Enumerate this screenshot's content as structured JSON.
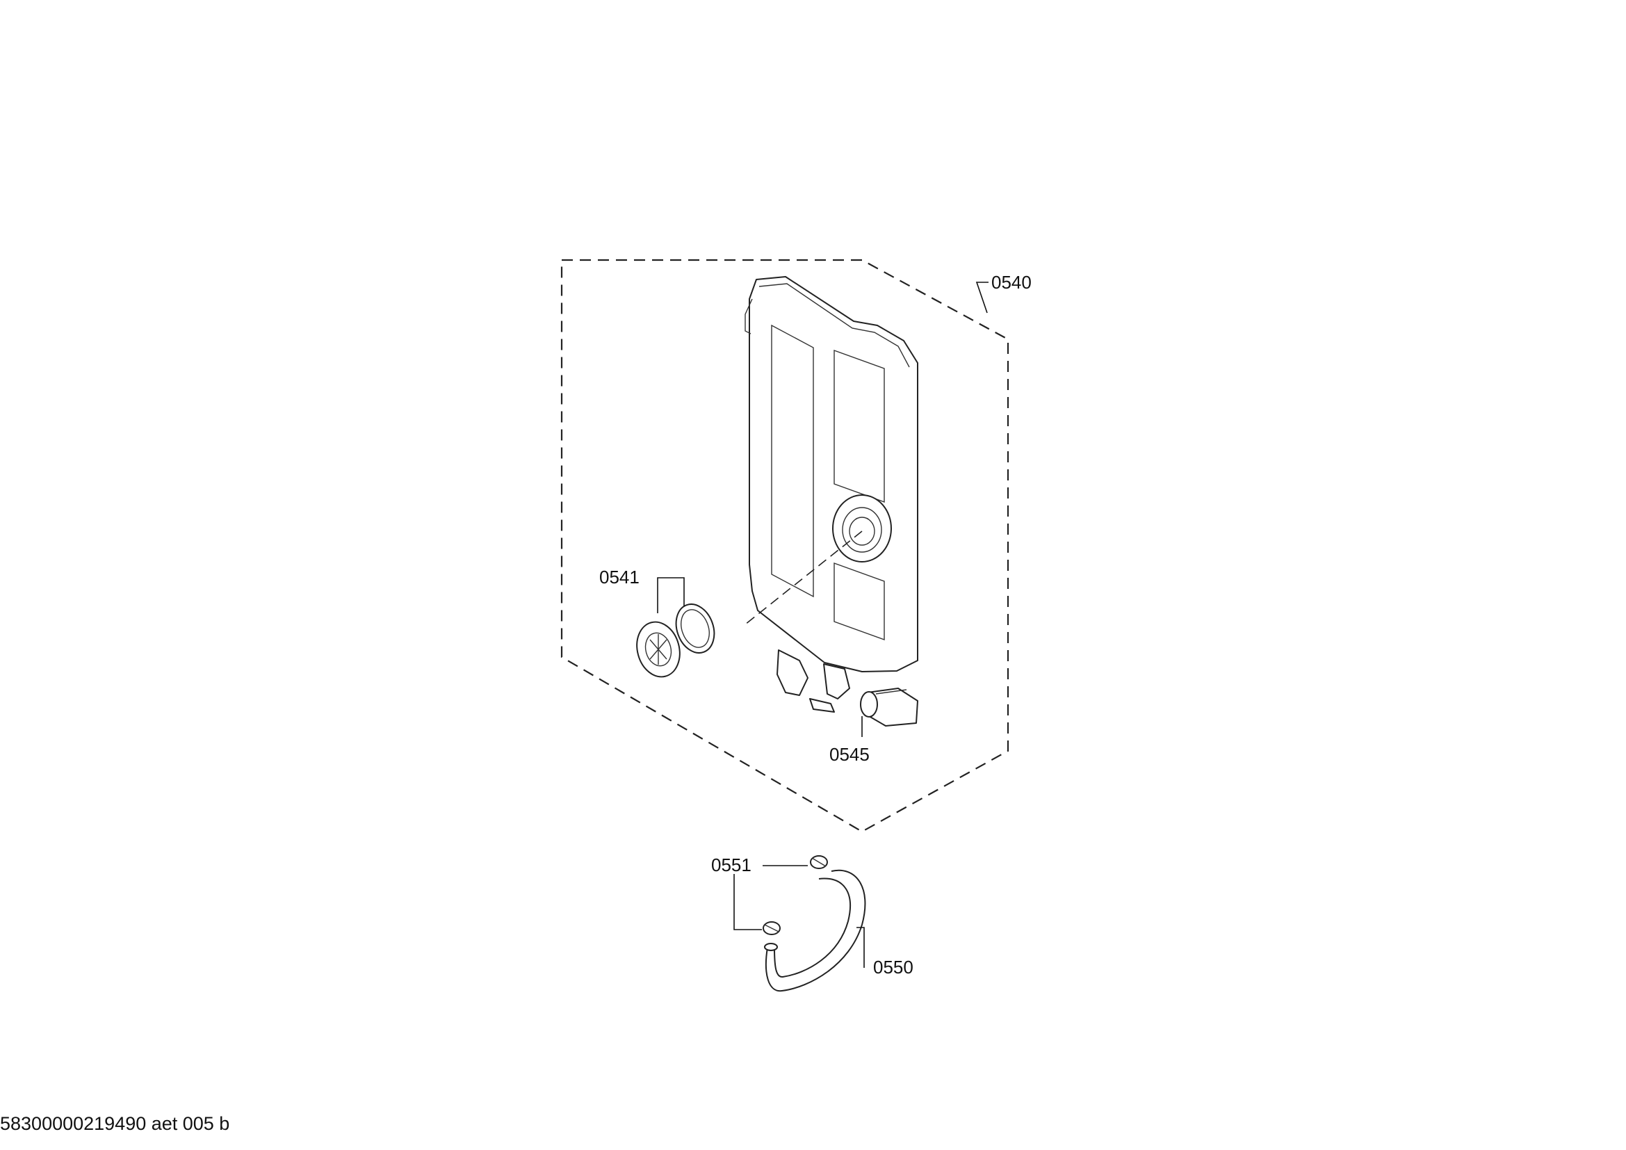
{
  "callouts": {
    "c0540": "0540",
    "c0541": "0541",
    "c0545": "0545",
    "c0550": "0550",
    "c0551": "0551"
  },
  "footer": {
    "document_id": "58300000219490 aet 005 b"
  }
}
